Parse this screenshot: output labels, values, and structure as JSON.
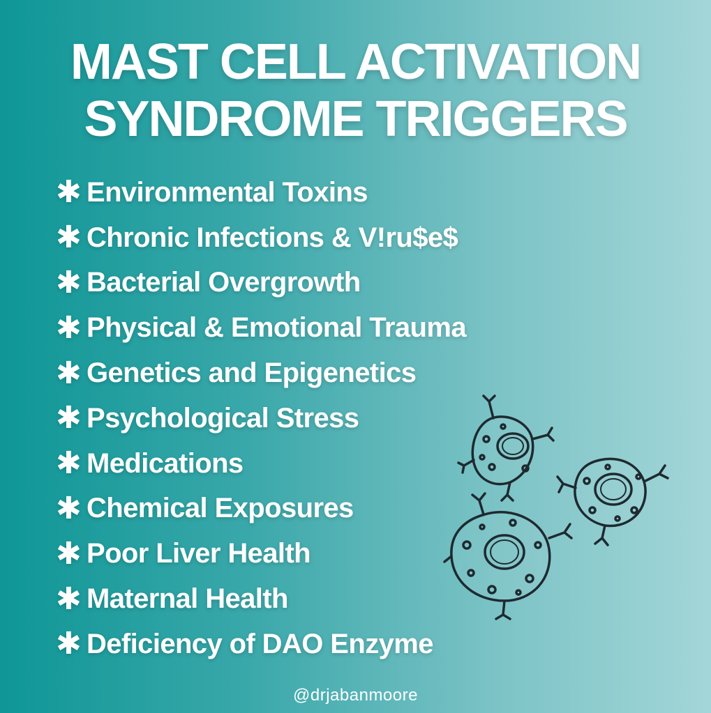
{
  "title": {
    "line1": "MAST CELL ACTIVATION",
    "line2": "SYNDROME TRIGGERS"
  },
  "bullet_icon": "asterisk-icon",
  "bullet_symbol": "✱",
  "triggers": [
    "Environmental Toxins",
    "Chronic Infections & V!ru$e$",
    "Bacterial Overgrowth",
    "Physical & Emotional Trauma",
    "Genetics and Epigenetics",
    "Psychological Stress",
    "Medications",
    "Chemical Exposures",
    "Poor Liver Health",
    "Maternal Health",
    "Deficiency of DAO Enzyme"
  ],
  "footer": {
    "handle": "@drjabanmoore"
  },
  "illustration": {
    "icon": "mast-cell-illustration-icon"
  },
  "colors": {
    "gradient_left": "#0f9696",
    "gradient_right": "#a3d6d8",
    "text": "#ffffff",
    "line_art": "#1e2a30"
  }
}
